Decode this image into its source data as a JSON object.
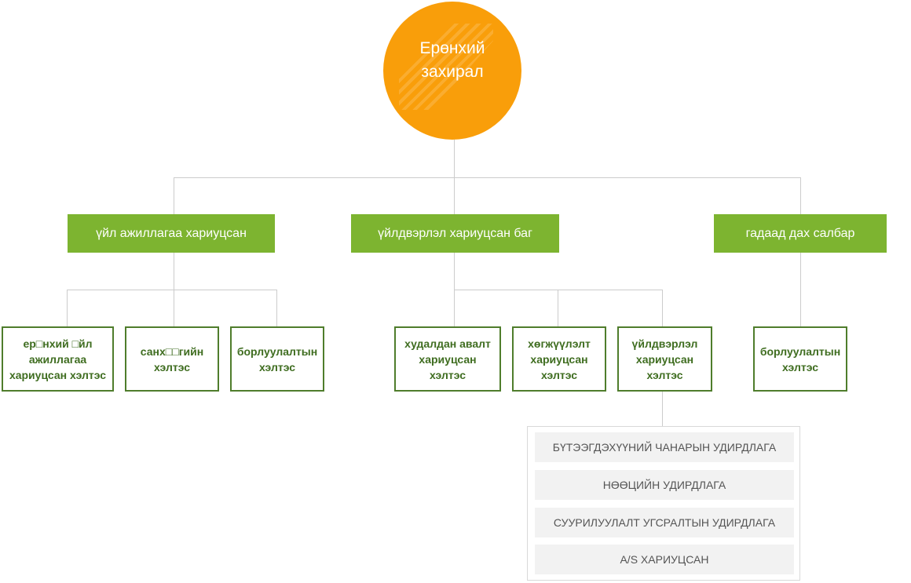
{
  "root": {
    "title": "Ерөнхий захирал"
  },
  "groups": [
    {
      "label": "үйл ажиллагаа хариуцсан"
    },
    {
      "label": "үйлдвэрлэл хариуцсан баг"
    },
    {
      "label": "гадаад дах салбар"
    }
  ],
  "departments": [
    {
      "label": "ер□нхий □йл ажиллагаа хариуцсан хэлтэс"
    },
    {
      "label": "санх□□гийн хэлтэс"
    },
    {
      "label": "борлуулалтын хэлтэс"
    },
    {
      "label": "худалдан авалт хариуцсан хэлтэс"
    },
    {
      "label": "хөгжүүлэлт хариуцсан хэлтэс"
    },
    {
      "label": "үйлдвэрлэл хариуцсан хэлтэс"
    },
    {
      "label": "борлуулалтын хэлтэс"
    }
  ],
  "production_functions": [
    "БҮТЭЭГДЭХҮҮНИЙ ЧАНАРЫН УДИРДЛАГА",
    "НӨӨЦИЙН УДИРДЛАГА",
    "СУУРИЛУУЛАЛТ УГСРАЛТЫН УДИРДЛАГА",
    "A/S ХАРИУЦСАН"
  ],
  "colors": {
    "root": "#f99e0a",
    "group": "#7db430",
    "department_border": "#4f7d2c",
    "department_text": "#3f6d20",
    "connector": "#cccccc",
    "function_bg": "#f2f2f2"
  }
}
